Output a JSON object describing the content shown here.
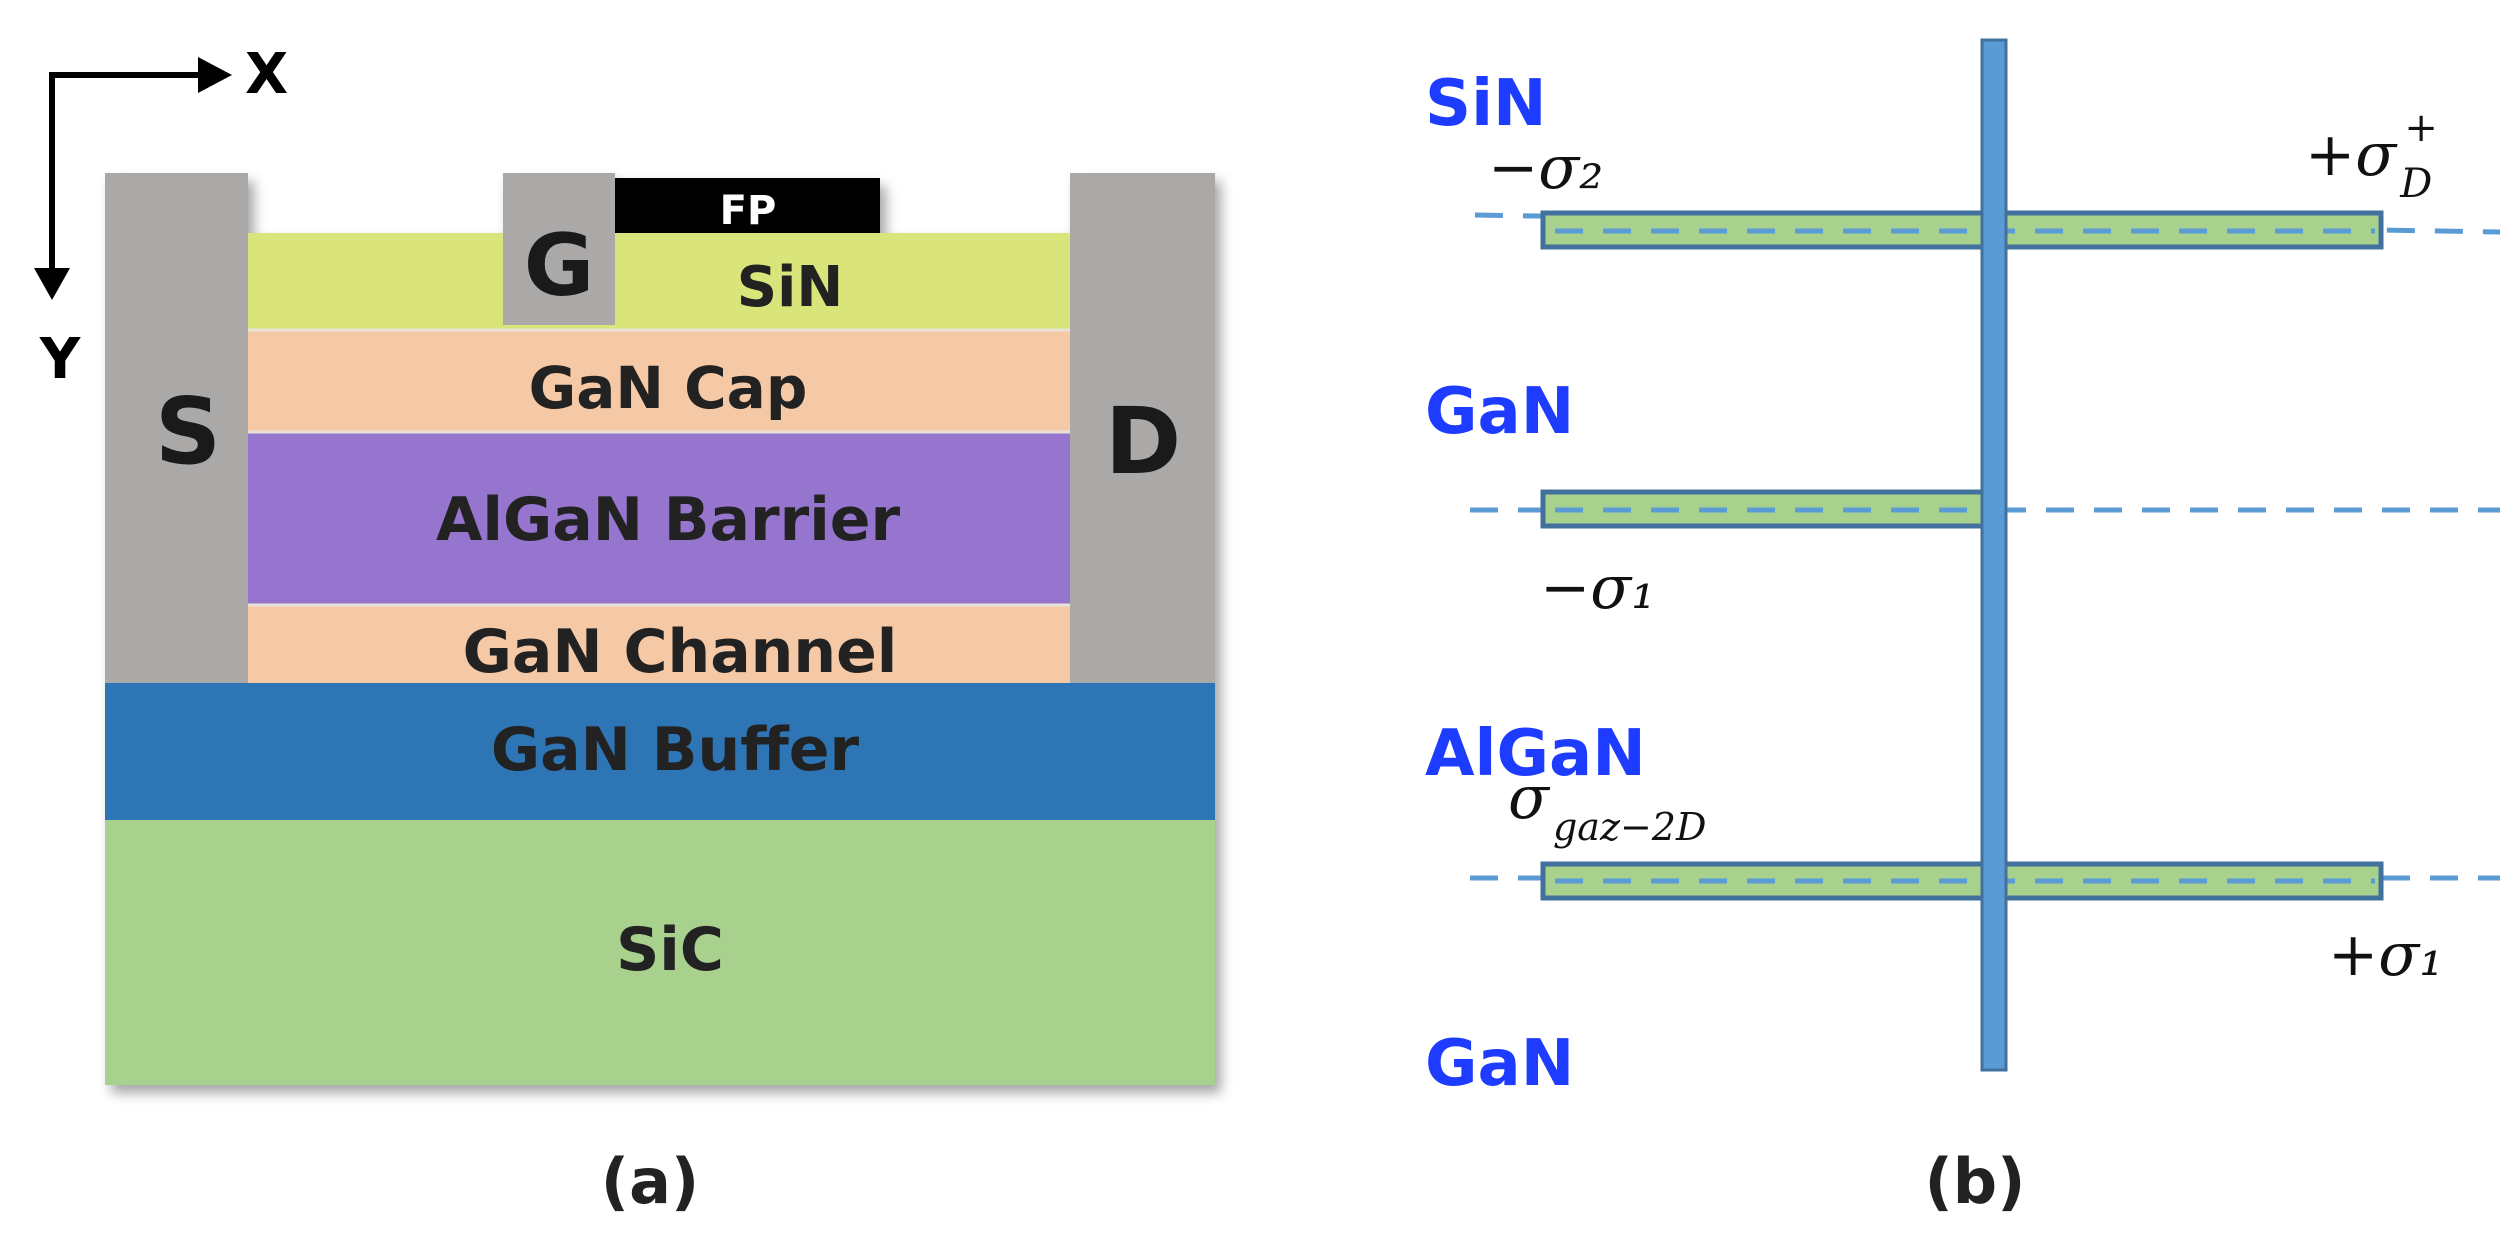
{
  "panel_a": {
    "caption": "(a)",
    "axes": {
      "x": "X",
      "y": "Y"
    },
    "contacts": {
      "source": "S",
      "gate": "G",
      "drain": "D",
      "field_plate": "FP"
    },
    "layers": [
      {
        "label": "SiN",
        "color": "#d9e57a"
      },
      {
        "label": "GaN Cap",
        "color": "#f6c9a6"
      },
      {
        "label": "AlGaN Barrier",
        "color": "#9575cd"
      },
      {
        "label": "GaN Channel",
        "color": "#f6c9a6"
      },
      {
        "label": "GaN Buffer",
        "color": "#2e75b6"
      },
      {
        "label": "SiC",
        "color": "#a9d18e"
      }
    ],
    "contact_color": "#aba8a8",
    "fp_color": "#000000"
  },
  "panel_b": {
    "caption": "(b)",
    "materials": [
      "SiN",
      "GaN",
      "AlGaN",
      "GaN"
    ],
    "charges": {
      "top_left": "−σ₂",
      "top_right_main": "+σ",
      "top_right_sub": "D",
      "top_right_sup": "+",
      "mid_left": "−σ₁",
      "bottom_left_main": "σ",
      "bottom_left_sub": "gaz−2D",
      "bottom_right": "+σ₁"
    },
    "colors": {
      "material_text": "#1e3cff",
      "bar_fill": "#a9d18e",
      "bar_stroke": "#41719c",
      "axis_fill": "#5b9bd5",
      "dash": "#5b9bd5"
    }
  }
}
